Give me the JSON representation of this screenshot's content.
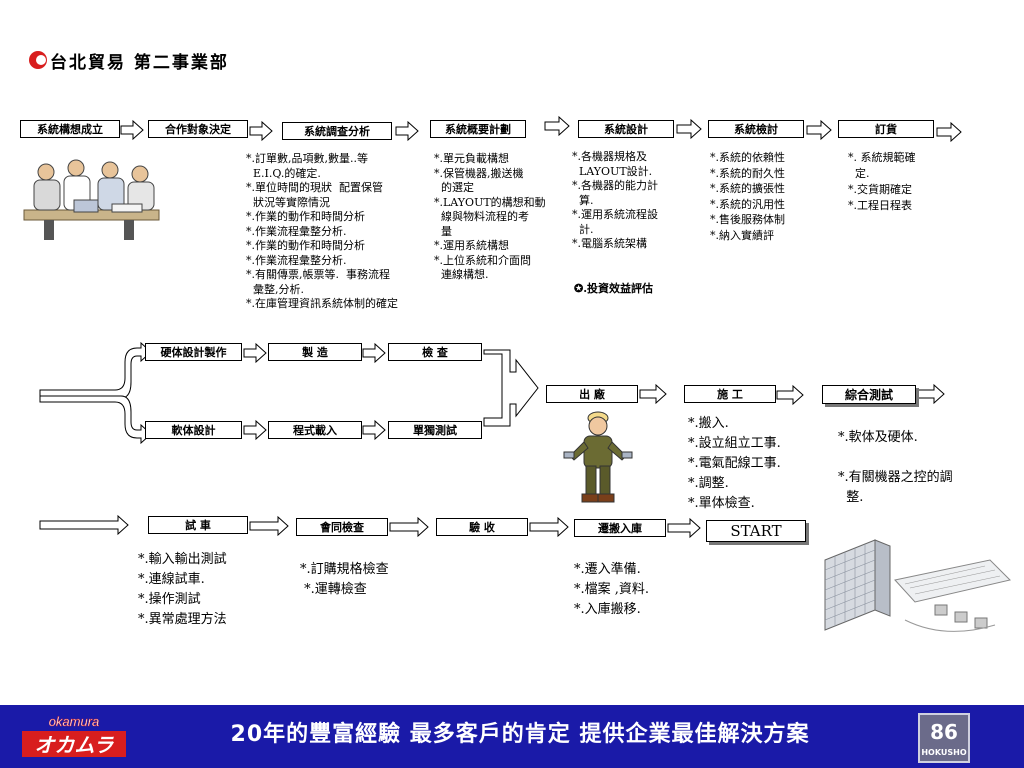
{
  "header": {
    "title": "台北貿易  第二事業部"
  },
  "row1": {
    "steps": [
      "系統構想成立",
      "合作對象決定",
      "系統調查分析",
      "系統概要計劃",
      "系統設計",
      "系統檢討",
      "訂貨"
    ],
    "notes": {
      "survey": "*.訂單數,品項數,數量..等\n  E.I.Q.的確定.\n*.單位時間的現狀  配置保管\n  狀況等實際情況\n*.作業的動作和時間分析\n*.作業流程彙整分析.\n*.作業的動作和時間分析\n*.作業流程彙整分析.\n*.有關傳票,帳票等.  事務流程\n  彙整,分析.\n*.在庫管理資訊系統体制的確定",
      "plan": "*.單元負載構想\n*.保管機器,搬送機\n  的選定\n*.LAYOUT的構想和動\n  線與物料流程的考\n  量\n*.運用系統構想\n*.上位系統和介面問\n  連線構想.",
      "design": "*.各機器規格及\n  LAYOUT設計.\n*.各機器的能力計\n  算.\n*.運用系統流程設\n  計.\n*.電腦系統架構",
      "design_extra": "✪.投資效益評估",
      "review": "*.系統的依賴性\n*.系統的耐久性\n*.系統的擴張性\n*.系統的汎用性\n*.售後服務体制\n*.納入實績評",
      "order": "*. 系統規範確\n  定.\n*.交貨期確定\n*.工程日程表"
    }
  },
  "row2": {
    "hardware": [
      "硬体設計製作",
      "製      造",
      "檢      查"
    ],
    "software": [
      "軟体設計",
      "程式載入",
      "單獨測試"
    ],
    "ship": "出      廠",
    "construct": "施      工",
    "test": "綜合測試",
    "construct_note": "*.搬入.\n*.設立組立工事.\n*.電氣配線工事.\n*.調整.\n*.單体檢查.",
    "test_note": "*.軟体及硬体.\n\n*.有關機器之控的調\n  整."
  },
  "row3": {
    "steps": [
      "試      車",
      "會同檢查",
      "驗      收",
      "遷搬入庫"
    ],
    "start": "START",
    "trial_note": "*.輸入輸出測試\n*.連線試車.\n*.操作測試\n*.異常處理方法",
    "inspect_note": "*.訂購規格檢查\n *.運轉檢查",
    "move_note": "*.遷入準備.\n*.檔案 ,資料.\n*.入庫搬移."
  },
  "footer": {
    "slogan": "20年的豐富經驗 最多客戶的肯定 提供企業最佳解決方案",
    "left_logo": "okamura",
    "right_logo": "HOKUSHO"
  },
  "colors": {
    "footer_bg": "#1a1aa8",
    "arrow_fill": "#ffffff",
    "logo_red": "#d81e1e"
  }
}
